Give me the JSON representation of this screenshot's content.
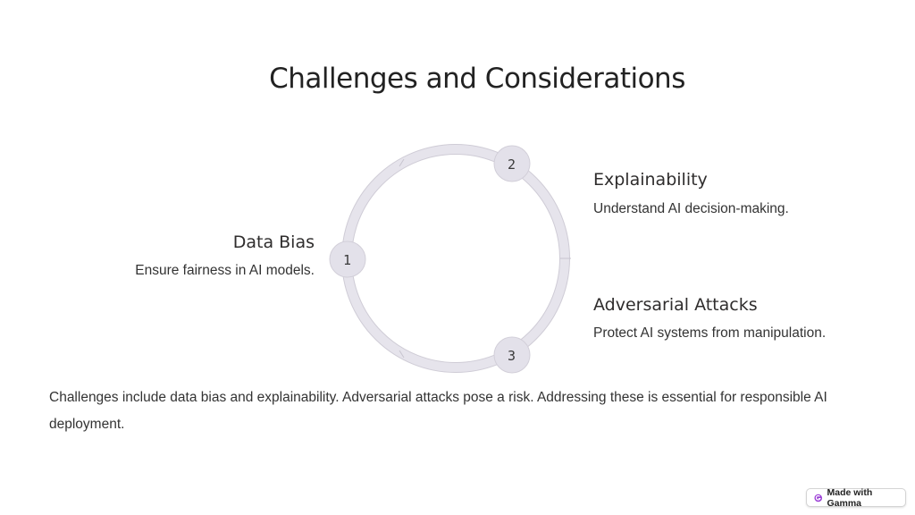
{
  "title": "Challenges and Considerations",
  "items": [
    {
      "number": "1",
      "title": "Data Bias",
      "description": "Ensure fairness in AI models."
    },
    {
      "number": "2",
      "title": "Explainability",
      "description": "Understand AI decision-making."
    },
    {
      "number": "3",
      "title": "Adversarial Attacks",
      "description": "Protect AI systems from manipulation."
    }
  ],
  "summary": "Challenges include data bias and explainability. Adversarial attacks pose a risk. Addressing these is essential for responsible AI deployment.",
  "badge": {
    "label": "Made with Gamma"
  },
  "colors": {
    "ring_fill": "#e6e4ec",
    "ring_stroke": "#cfccd6",
    "node_fill": "#e3e1ea",
    "text": "#272525",
    "badge_logo": "#9b3fd6"
  }
}
